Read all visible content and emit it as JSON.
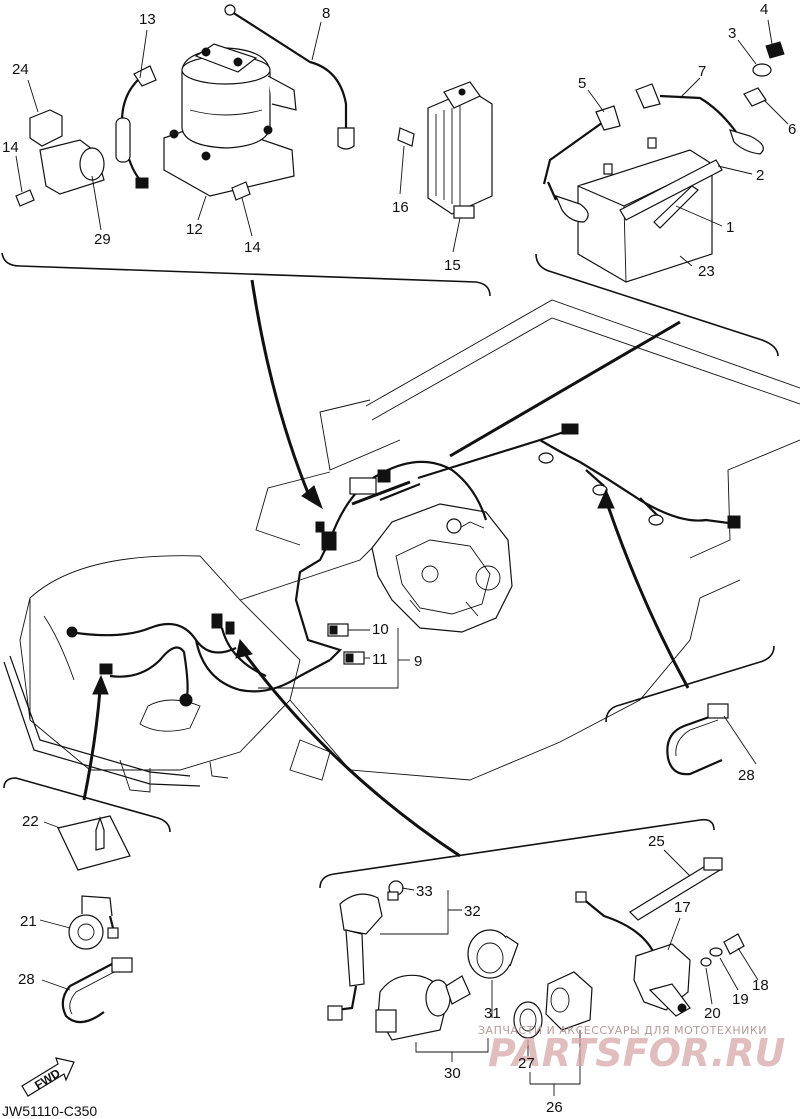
{
  "drawing_code": "JW51110-C350",
  "fwd_label": "FWD",
  "watermark": {
    "caption": "ЗАПЧАСТИ И АКСЕССУАРЫ ДЛЯ МОТОТЕХНИКИ",
    "brand": "PARTSFOR.RU"
  },
  "callouts": {
    "c1": "1",
    "c2": "2",
    "c3": "3",
    "c4": "4",
    "c5": "5",
    "c6": "6",
    "c7": "7",
    "c8": "8",
    "c9": "9",
    "c10": "10",
    "c11": "11",
    "c12": "12",
    "c13": "13",
    "c14a": "14",
    "c14b": "14",
    "c15": "15",
    "c16": "16",
    "c17": "17",
    "c18": "18",
    "c19": "19",
    "c20": "20",
    "c21": "21",
    "c22": "22",
    "c23": "23",
    "c24": "24",
    "c25": "25",
    "c26": "26",
    "c27": "27",
    "c28a": "28",
    "c28b": "28",
    "c29": "29",
    "c30": "30",
    "c31": "31",
    "c32": "32",
    "c33": "33"
  }
}
